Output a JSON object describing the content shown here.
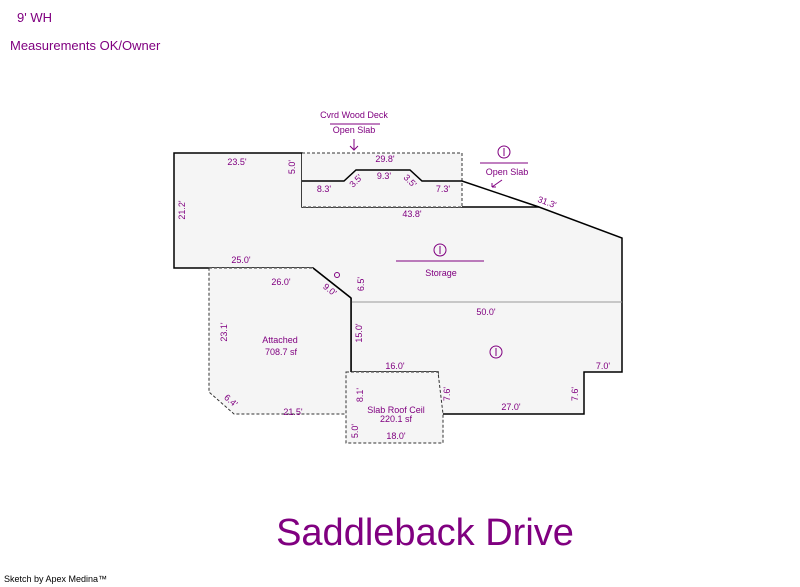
{
  "notes": [
    "9' WH",
    "Measurements OK/Owner"
  ],
  "street_name": "Saddleback Drive",
  "footer": "Sketch by Apex Medina™",
  "colors": {
    "text": "#800080",
    "line": "#000000",
    "fill": "#f5f5f5",
    "symbol": "#800080"
  },
  "areas": {
    "deck": {
      "line1": "Cvrd Wood Deck",
      "line2": "Open Slab"
    },
    "open_slab": {
      "label": "Open Slab"
    },
    "storage": {
      "label": "Storage"
    },
    "attached": {
      "label": "Attached",
      "area": "708.7 sf"
    },
    "slab_roof": {
      "label": "Slab Roof Ceil",
      "area": "220.1 sf"
    }
  },
  "dimensions": {
    "d_23_5": "23.5'",
    "d_5_0_top": "5.0'",
    "d_29_8": "29.8'",
    "d_8_3": "8.3'",
    "d_3_5_left": "3.5'",
    "d_9_3": "9.3'",
    "d_3_5_right": "3.5'",
    "d_7_3": "7.3'",
    "d_31_3": "31.3'",
    "d_21_2": "21.2'",
    "d_43_8": "43.8'",
    "d_25_0": "25.0'",
    "d_26_0": "26.0'",
    "d_9_0": "9.0'",
    "d_6_5": "6.5'",
    "d_50_0": "50.0'",
    "d_23_1": "23.1'",
    "d_15_0": "15.0'",
    "d_16_0": "16.0'",
    "d_7_0": "7.0'",
    "d_8_1": "8.1'",
    "d_7_6_left": "7.6'",
    "d_7_6_right": "7.6'",
    "d_27_0": "27.0'",
    "d_6_4": "6.4'",
    "d_21_5": "21.5'",
    "d_5_0_bottom": "5.0'",
    "d_18_0": "18.0'"
  }
}
